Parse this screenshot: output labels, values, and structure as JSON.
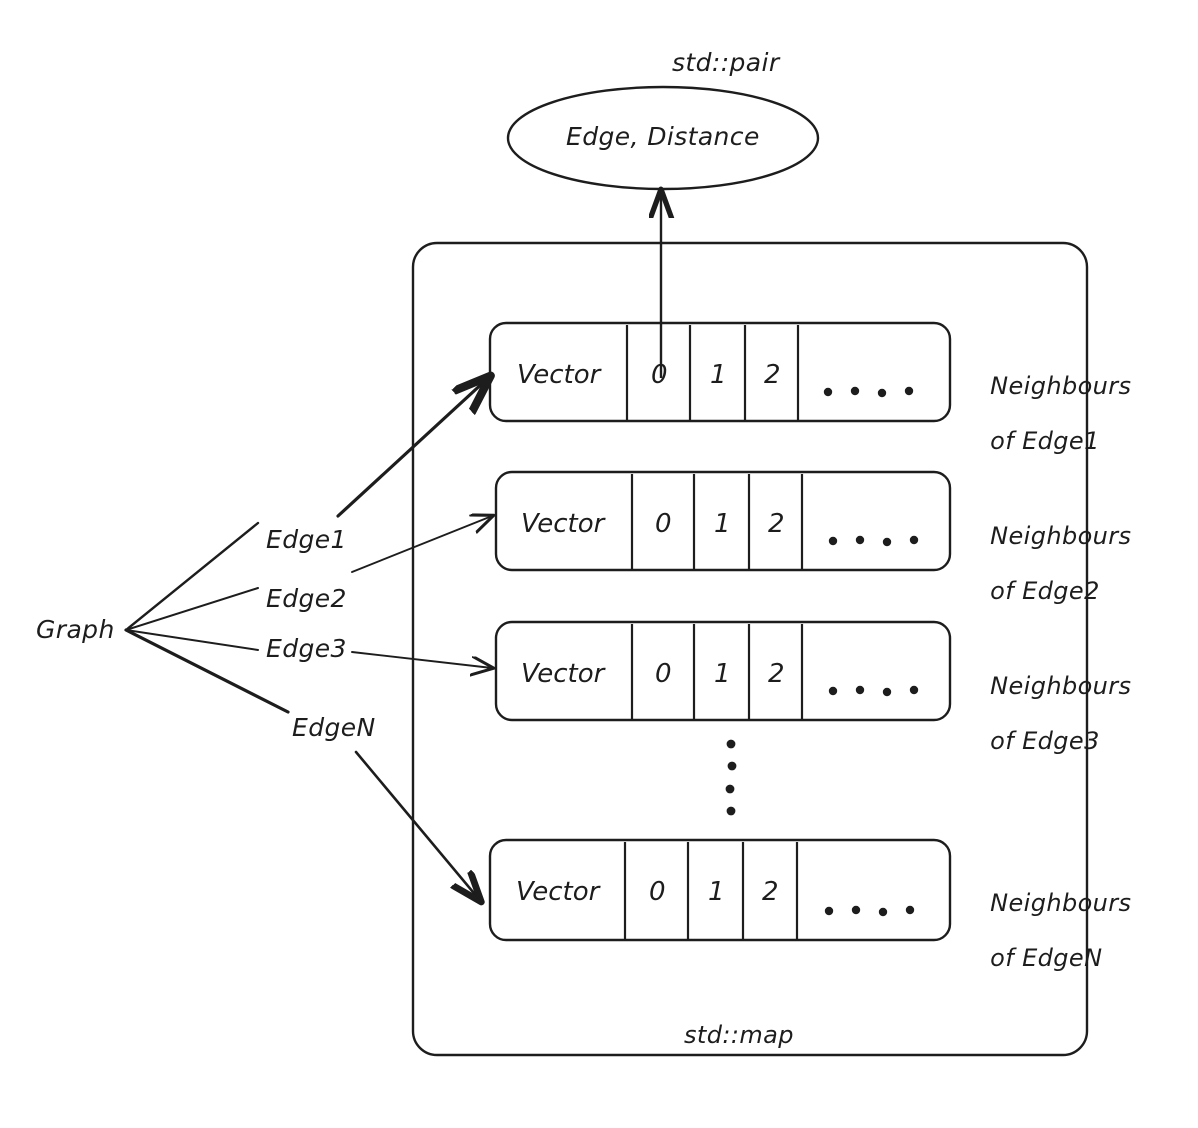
{
  "diagram": {
    "title_note": "std::pair",
    "pair_node": {
      "label": "Edge, Distance",
      "annotation": "std::pair"
    },
    "container": {
      "label": "std::map"
    },
    "root": {
      "label": "Graph"
    },
    "edge_labels": [
      {
        "label": "Edge1"
      },
      {
        "label": "Edge2"
      },
      {
        "label": "Edge3"
      },
      {
        "label": "EdgeN"
      }
    ],
    "vertical_ellipsis": "⋮",
    "rows": [
      {
        "vector_label": "Vector",
        "cells": [
          "0",
          "1",
          "2"
        ],
        "more_cell": "....",
        "side_label_line1": "Neighbours",
        "side_label_line2": "of Edge1"
      },
      {
        "vector_label": "Vector",
        "cells": [
          "0",
          "1",
          "2"
        ],
        "more_cell": "....",
        "side_label_line1": "Neighbours",
        "side_label_line2": "of Edge2"
      },
      {
        "vector_label": "Vector",
        "cells": [
          "0",
          "1",
          "2"
        ],
        "more_cell": "....",
        "side_label_line1": "Neighbours",
        "side_label_line2": "of Edge3"
      },
      {
        "vector_label": "Vector",
        "cells": [
          "0",
          "1",
          "2"
        ],
        "more_cell": "....",
        "side_label_line1": "Neighbours",
        "side_label_line2": "of EdgeN"
      }
    ],
    "colors": {
      "stroke": "#1d1d1d",
      "background": "#ffffff"
    }
  }
}
